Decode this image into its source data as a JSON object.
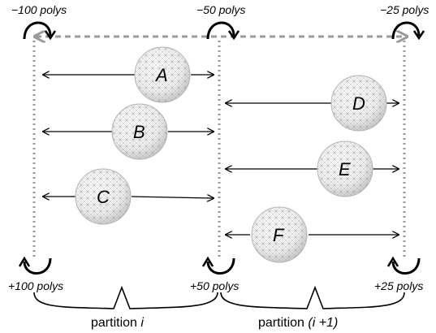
{
  "boundaries": [
    {
      "id": "left",
      "top_label": "−100 polys",
      "bottom_label": "+100 polys"
    },
    {
      "id": "mid",
      "top_label": "−50 polys",
      "bottom_label": "+50 polys"
    },
    {
      "id": "right",
      "top_label": "−25 polys",
      "bottom_label": "+25 polys"
    }
  ],
  "objects": [
    {
      "name": "A"
    },
    {
      "name": "B"
    },
    {
      "name": "C"
    },
    {
      "name": "D"
    },
    {
      "name": "E"
    },
    {
      "name": "F"
    }
  ],
  "partitions": [
    {
      "text": "partition ",
      "index": "i",
      "suffix": ""
    },
    {
      "text": "partition ",
      "index": "(i +1)",
      "suffix": ""
    }
  ]
}
